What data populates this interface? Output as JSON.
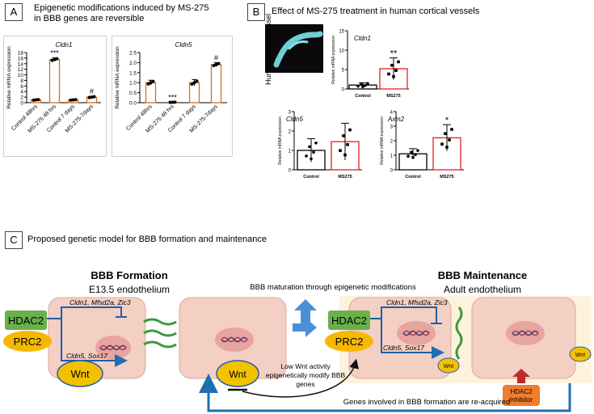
{
  "panelA": {
    "letter": "A",
    "title_line1": "Epigenetic modifications induced by MS-275",
    "title_line2": "in BBB genes are reversible",
    "ylabel": "Relative mRNA expression",
    "chart1": {
      "gene": "Cldn1",
      "yticks": [
        "0",
        "2",
        "4",
        "6",
        "8",
        "10",
        "12",
        "14",
        "16",
        "18"
      ],
      "categories": [
        "Control 48hrs",
        "MS-275 48 hrs",
        "Control 7 days",
        "MS-275-7days"
      ],
      "annotations": [
        "",
        "***",
        "",
        "#"
      ]
    },
    "chart2": {
      "gene": "Cldn5",
      "yticks": [
        "0.0",
        "0.5",
        "1.0",
        "1.5",
        "2.0",
        "2.5"
      ],
      "categories": [
        "Control 48hrs",
        "MS-275 48 hrs",
        "Control 7 days",
        "MS-275-7days"
      ],
      "annotations": [
        "",
        "***",
        "",
        "#"
      ]
    }
  },
  "panelB": {
    "letter": "B",
    "title": "Effect of MS-275 treatment in human cortical vessels",
    "photo_label": "Human cortical vessel",
    "ylabel": "Relative mRNA expression",
    "cldn1": {
      "gene": "Cldn1",
      "yticks": [
        "0",
        "5",
        "10",
        "15"
      ],
      "categories": [
        "Control",
        "MS275"
      ],
      "annotation": "**"
    },
    "cldn5": {
      "gene": "Cldn5",
      "yticks": [
        "0",
        "1",
        "2",
        "3"
      ],
      "categories": [
        "Control",
        "MS275"
      ],
      "annotation": ""
    },
    "axin2": {
      "gene": "Axin2",
      "yticks": [
        "0",
        "1",
        "2",
        "3",
        "4"
      ],
      "categories": [
        "Control",
        "MS275"
      ],
      "annotation": "*"
    }
  },
  "panelC": {
    "letter": "C",
    "title": "Proposed genetic model for BBB formation and maintenance",
    "formation_title": "BBB Formation",
    "formation_sub": "E13.5 endothelium",
    "maintenance_title": "BBB Maintenance",
    "maintenance_sub": "Adult endothelium",
    "maturation_text": "BBB maturation through epigenetic modifications",
    "hdac2": "HDAC2",
    "prc2": "PRC2",
    "wnt": "Wnt",
    "genes_top_prefix": "Cldn1, Mfsd2a, Zic3",
    "genes_bottom": "Cldn5, Sox17",
    "low_wnt": [
      "Low Wnt activity",
      "epigenetically modify BBB",
      "genes"
    ],
    "reacquired": "Genes involved in BBB formation are re-acquired",
    "inhibitor": [
      "HDAC2",
      "Inhibitor"
    ],
    "colors": {
      "hdac2": "#6ab04c",
      "prc2": "#f5b800",
      "wnt": "#f2c200",
      "cell": "#f3cfc4",
      "nucleus": "#e8a4a0",
      "arrow_blue": "#1f6fb3",
      "inhibitor": "#ef7d2c"
    }
  },
  "chart_data": [
    {
      "type": "bar",
      "title": "Cldn1",
      "ylabel": "Relative mRNA expression",
      "ylim": [
        0,
        18
      ],
      "categories": [
        "Control 48hrs",
        "MS-275 48 hrs",
        "Control 7 days",
        "MS-275-7days"
      ],
      "values": [
        1.0,
        15.5,
        1.0,
        2.0
      ],
      "errors": [
        0.2,
        0.6,
        0.2,
        0.3
      ]
    },
    {
      "type": "bar",
      "title": "Cldn5",
      "ylabel": "Relative mRNA expression",
      "ylim": [
        0,
        2.5
      ],
      "categories": [
        "Control 48hrs",
        "MS-275 48 hrs",
        "Control 7 days",
        "MS-275-7days"
      ],
      "values": [
        1.0,
        0.02,
        1.0,
        1.9
      ],
      "errors": [
        0.12,
        0.01,
        0.15,
        0.1
      ]
    },
    {
      "type": "bar",
      "title": "Cldn1",
      "ylabel": "Relative mRNA expression",
      "ylim": [
        0,
        15
      ],
      "categories": [
        "Control",
        "MS275"
      ],
      "values": [
        1.0,
        5.2
      ],
      "errors": [
        0.6,
        2.8
      ]
    },
    {
      "type": "bar",
      "title": "Cldn5",
      "ylabel": "Relative mRNA expression",
      "ylim": [
        0,
        3
      ],
      "categories": [
        "Control",
        "MS275"
      ],
      "values": [
        1.0,
        1.45
      ],
      "errors": [
        0.6,
        0.95
      ]
    },
    {
      "type": "bar",
      "title": "Axin2",
      "ylabel": "Relative mRNA expression",
      "ylim": [
        0,
        4
      ],
      "categories": [
        "Control",
        "MS275"
      ],
      "values": [
        1.1,
        2.2
      ],
      "errors": [
        0.35,
        0.9
      ]
    }
  ]
}
